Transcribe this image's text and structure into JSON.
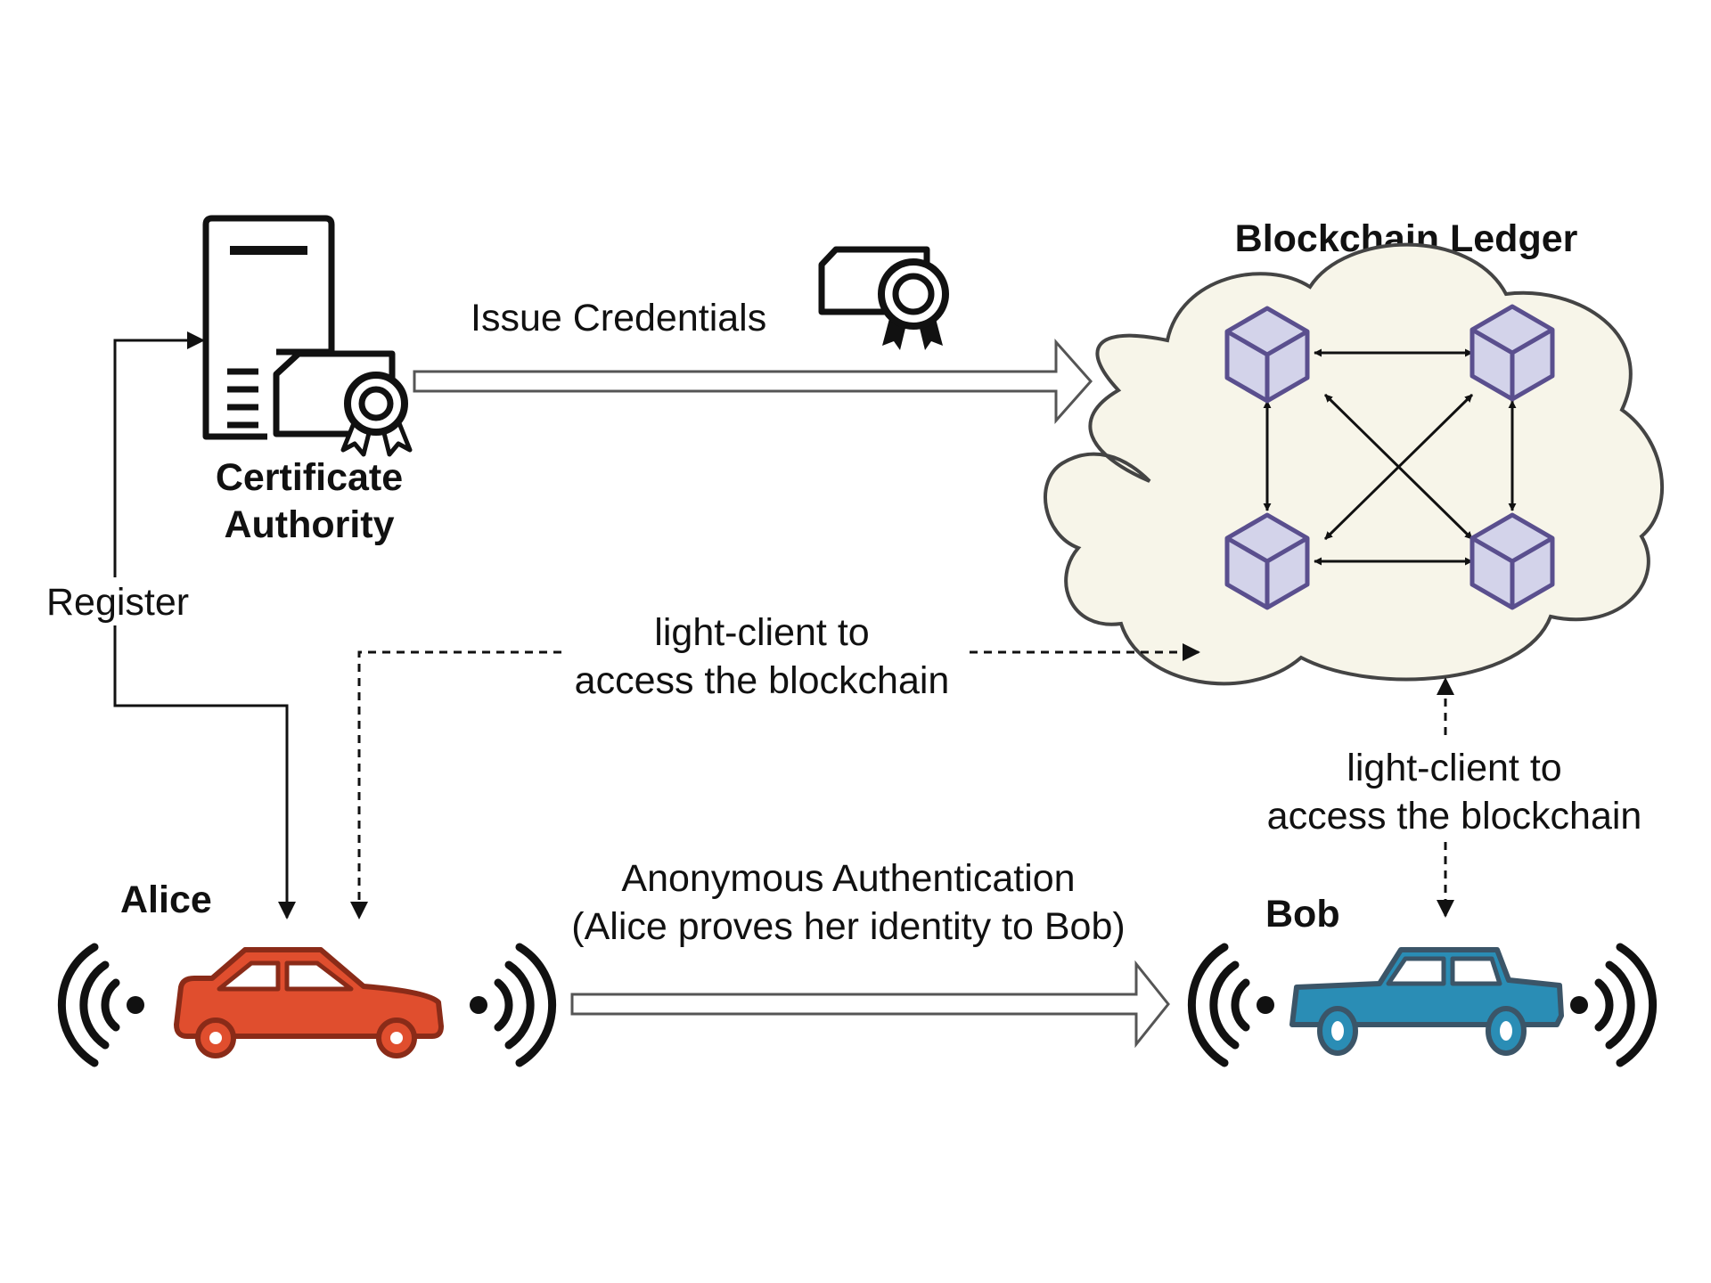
{
  "nodes": {
    "certificate_authority": {
      "line1": "Certificate",
      "line2": "Authority"
    },
    "blockchain_ledger": {
      "title": "Blockchain Ledger"
    },
    "alice": {
      "label": "Alice",
      "color": "#e04e2e"
    },
    "bob": {
      "label": "Bob",
      "color": "#2a8db5"
    }
  },
  "edges": {
    "issue_credentials": "Issue Credentials",
    "register": "Register",
    "alice_light_client": {
      "line1": "light-client to",
      "line2": "access the blockchain"
    },
    "bob_light_client": {
      "line1": "light-client to",
      "line2": "access the blockchain"
    },
    "anonymous_auth": {
      "line1": "Anonymous Authentication",
      "line2": "(Alice proves her identity to Bob)"
    }
  },
  "icons": [
    "server-icon",
    "certificate-icon",
    "certificate-badge-icon",
    "cloud-icon",
    "block-cube-icon",
    "car-icon",
    "wireless-signal-icon"
  ],
  "colors": {
    "cloud_fill": "#f7f5e9",
    "cube_fill": "#d3d3ea",
    "cube_stroke": "#5a4f8e"
  }
}
